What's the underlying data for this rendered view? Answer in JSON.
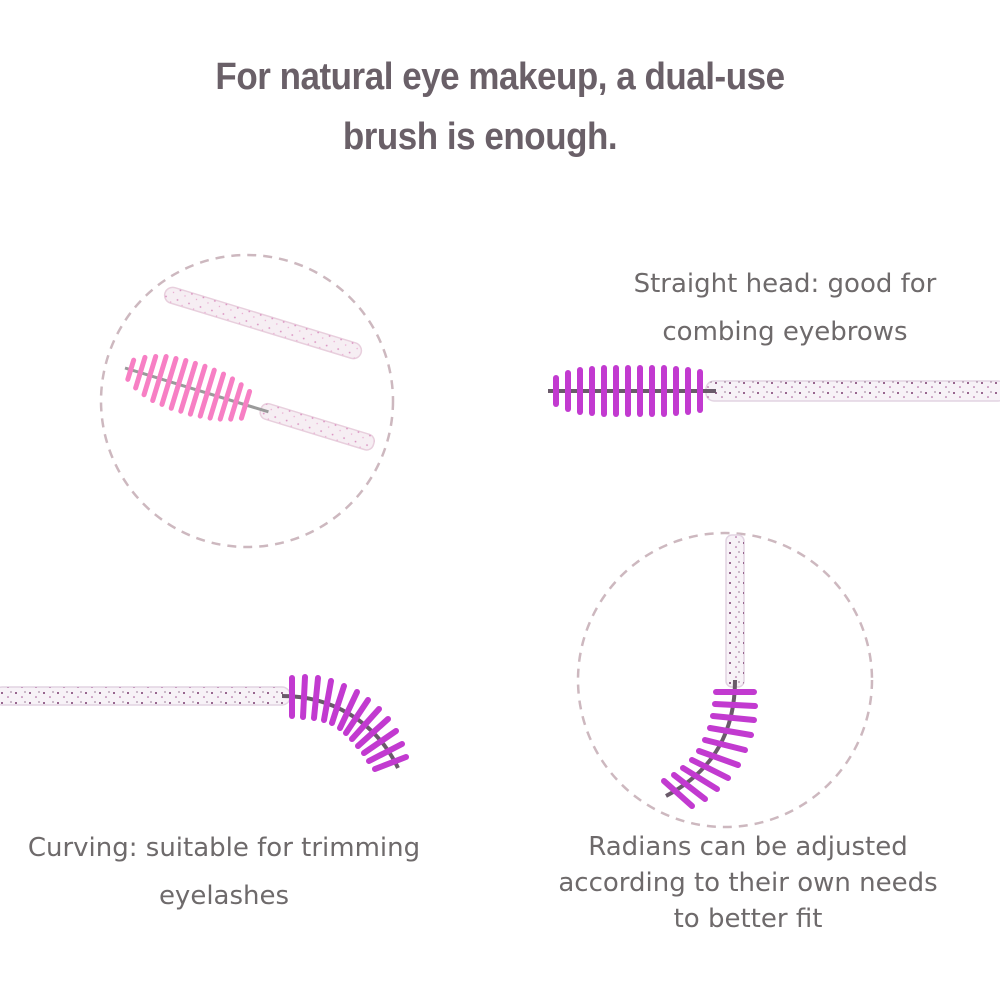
{
  "headline": {
    "line1": "For natural eye makeup, a dual-use",
    "line2": "brush is enough."
  },
  "captions": {
    "straight_line1": "Straight head: good for",
    "straight_line2": "combing eyebrows",
    "curving_line1": "Curving: suitable for trimming",
    "curving_line2": "eyelashes",
    "radians_line1": "Radians can be adjusted",
    "radians_line2": "according to their own needs",
    "radians_line3": "to better fit"
  },
  "colors": {
    "headline": "#6a6068",
    "caption": "#6e6a6b",
    "circle_dash": "#cdb8bf",
    "pink_bristle": "#f77fc4",
    "purple_bristle": "#c23ad0"
  }
}
